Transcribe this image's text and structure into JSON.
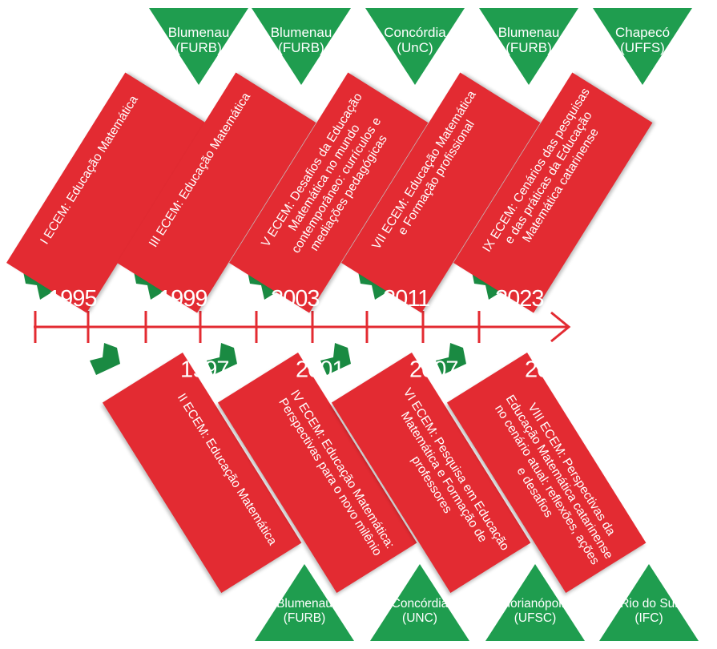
{
  "timeline": {
    "arrow_color": "#e32b32",
    "ribbon_color": "#e32b32",
    "triangle_color": "#1f9d4f",
    "fold_color": "#1a8a42"
  },
  "events_top": [
    {
      "year": "1995",
      "title": "I ECEM: Educação Matemática",
      "city": "Blumenau",
      "inst": "(FURB)"
    },
    {
      "year": "1999",
      "title": "III ECEM: Educação Matemática",
      "city": "Blumenau",
      "inst": "(FURB)"
    },
    {
      "year": "2003",
      "title": "V ECEM: Desafios da Educação Matemática no mundo contemporâneo: currículos e mediações pedagógicas",
      "city": "Concórdia",
      "inst": "(UnC)"
    },
    {
      "year": "2011",
      "title": "VII ECEM: Educação Matemática e Formação profissional",
      "city": "Blumenau",
      "inst": "(FURB)"
    },
    {
      "year": "2023",
      "title": "IX ECEM: Cenários das pesquisas e das práticas da Educação Matemática catarinense",
      "city": "Chapecó",
      "inst": "(UFFS)"
    }
  ],
  "events_bottom": [
    {
      "year": "1997",
      "title": "II ECEM: Educação Matemática",
      "city": "Blumenau",
      "inst": "(FURB)"
    },
    {
      "year": "2001",
      "title": "IV ECEM: Educação Matemática: Perspectivas para o novo milênio",
      "city": "Concórdia",
      "inst": "(UNC)"
    },
    {
      "year": "2007",
      "title": "VI ECEM: Pesquisa em Educação Matemática e Formação de professores",
      "city": "Florianópolis",
      "inst": "(UFSC)"
    },
    {
      "year": "2021",
      "title": "VIII ECEM: Perspectivas da Educação Matemática catarinense no cenário atual: reflexões, ações e desafios",
      "city": "Rio do Sul",
      "inst": "(IFC)"
    }
  ]
}
